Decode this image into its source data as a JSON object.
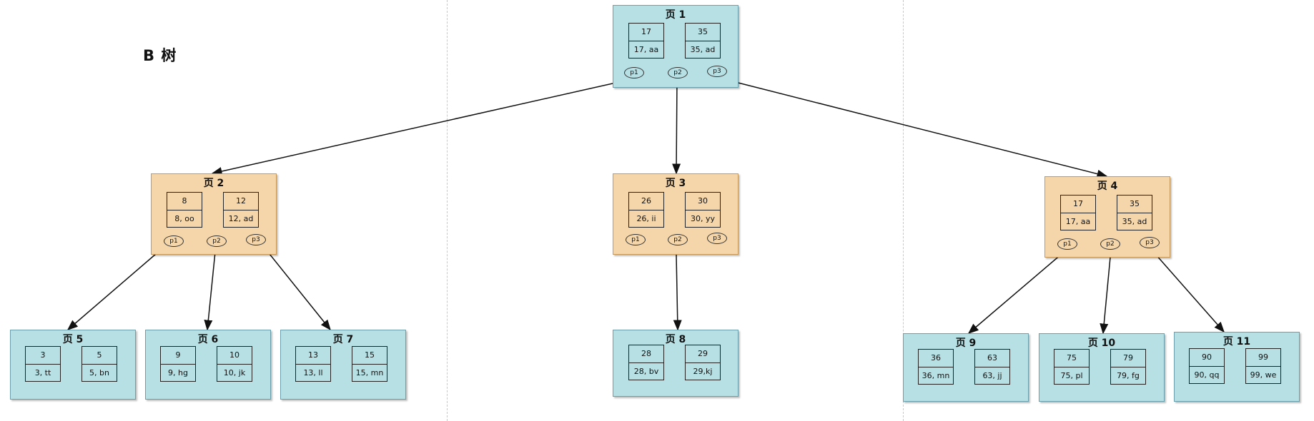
{
  "title": "B 树",
  "root": {
    "label": "页 1",
    "keys": [
      {
        "k": "17",
        "v": "17, aa"
      },
      {
        "k": "35",
        "v": "35, ad"
      }
    ],
    "pointers": [
      "p1",
      "p2",
      "p3"
    ]
  },
  "level2": [
    {
      "label": "页 2",
      "keys": [
        {
          "k": "8",
          "v": "8, oo"
        },
        {
          "k": "12",
          "v": "12, ad"
        }
      ],
      "pointers": [
        "p1",
        "p2",
        "p3"
      ]
    },
    {
      "label": "页 3",
      "keys": [
        {
          "k": "26",
          "v": "26, ii"
        },
        {
          "k": "30",
          "v": "30, yy"
        }
      ],
      "pointers": [
        "p1",
        "p2",
        "p3"
      ]
    },
    {
      "label": "页 4",
      "keys": [
        {
          "k": "17",
          "v": "17, aa"
        },
        {
          "k": "35",
          "v": "35, ad"
        }
      ],
      "pointers": [
        "p1",
        "p2",
        "p3"
      ]
    }
  ],
  "leaves": [
    {
      "label": "页 5",
      "keys": [
        {
          "k": "3",
          "v": "3, tt"
        },
        {
          "k": "5",
          "v": "5, bn"
        }
      ]
    },
    {
      "label": "页 6",
      "keys": [
        {
          "k": "9",
          "v": "9, hg"
        },
        {
          "k": "10",
          "v": "10, jk"
        }
      ]
    },
    {
      "label": "页 7",
      "keys": [
        {
          "k": "13",
          "v": "13, ll"
        },
        {
          "k": "15",
          "v": "15, mn"
        }
      ]
    },
    {
      "label": "页 8",
      "keys": [
        {
          "k": "28",
          "v": "28, bv"
        },
        {
          "k": "29",
          "v": "29,kj"
        }
      ]
    },
    {
      "label": "页 9",
      "keys": [
        {
          "k": "36",
          "v": "36, mn"
        },
        {
          "k": "63",
          "v": "63, jj"
        }
      ]
    },
    {
      "label": "页 10",
      "keys": [
        {
          "k": "75",
          "v": "75, pl"
        },
        {
          "k": "79",
          "v": "79, fg"
        }
      ]
    },
    {
      "label": "页 11",
      "keys": [
        {
          "k": "90",
          "v": "90, qq"
        },
        {
          "k": "99",
          "v": "99, we"
        }
      ]
    }
  ],
  "colors": {
    "internal_root": "#b7e0e4",
    "internal": "#f5d6aa",
    "leaf": "#b7e0e4"
  }
}
